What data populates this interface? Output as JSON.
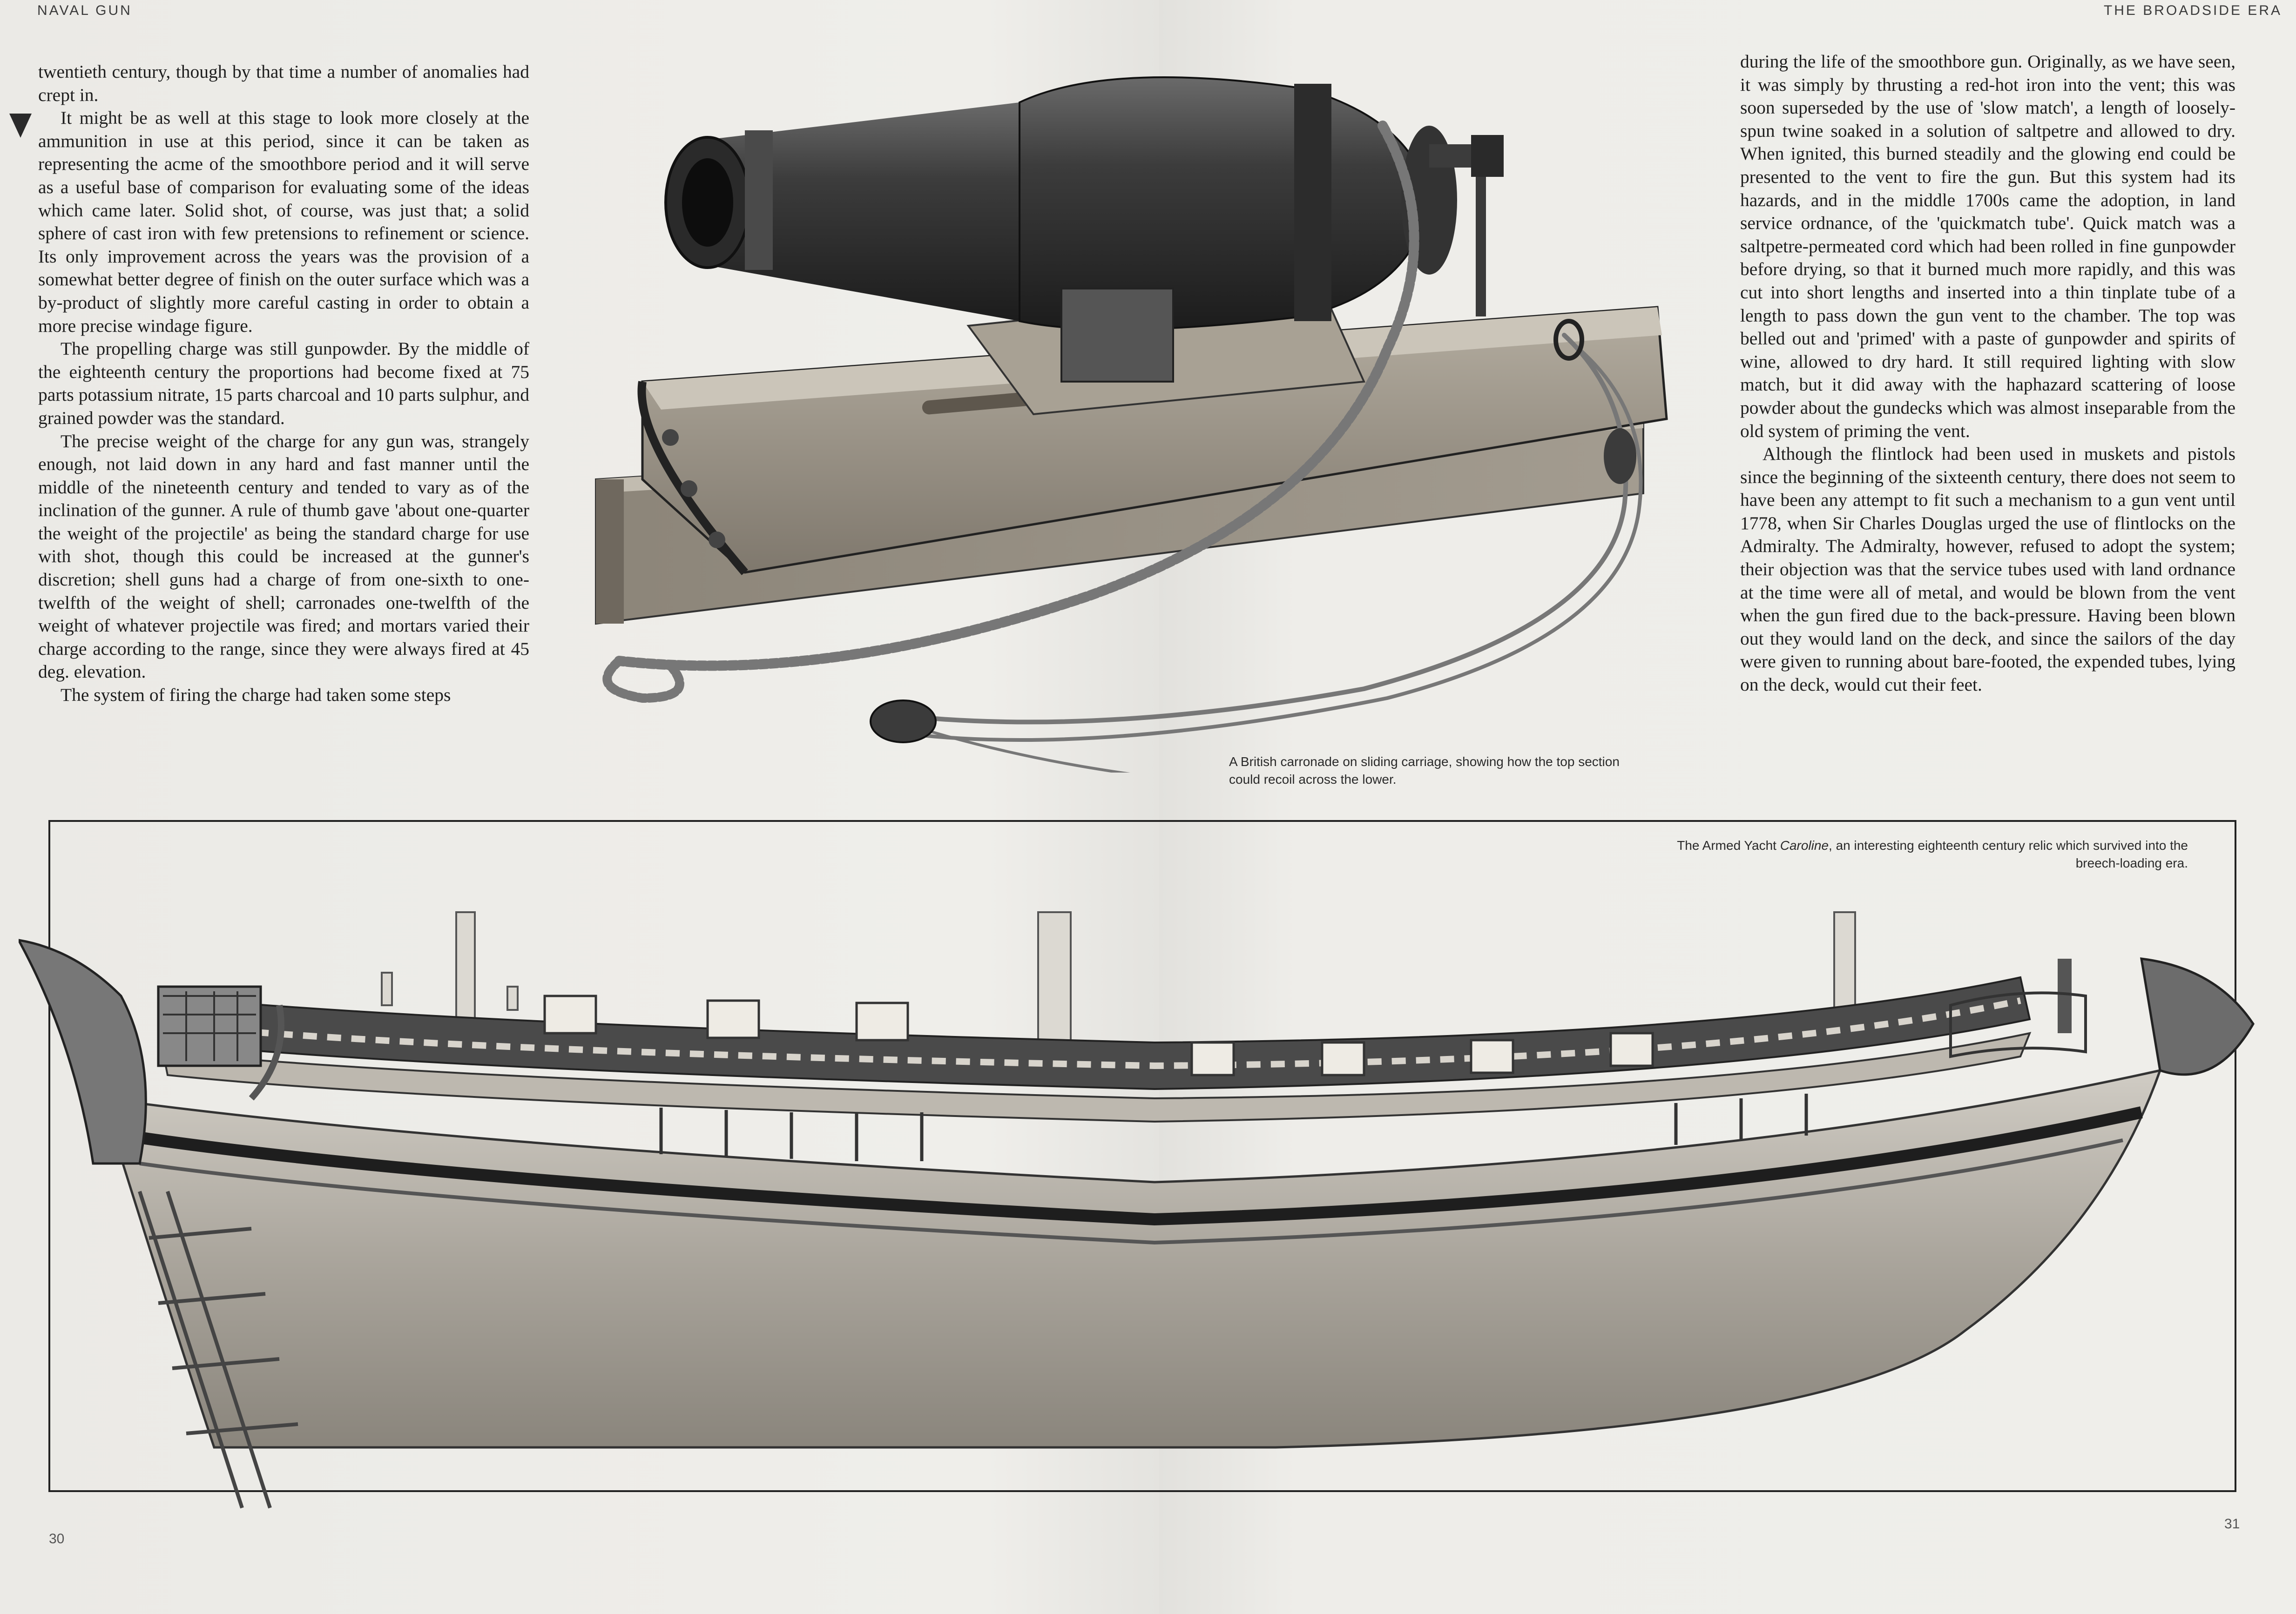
{
  "header": {
    "left_running_head": "NAVAL GUN",
    "right_running_head": "THE BROADSIDE ERA"
  },
  "left_column": {
    "paragraphs": [
      "twentieth century, though by that time a number of anomalies had crept in.",
      "It might be as well at this stage to look more closely at the ammunition in use at this period, since it can be taken as representing the acme of the smoothbore period and it will serve as a useful base of comparison for evaluating some of the ideas which came later. Solid shot, of course, was just that; a solid sphere of cast iron with few pretensions to refinement or science. Its only improvement across the years was the provision of a somewhat better degree of finish on the outer surface which was a by-product of slightly more careful casting in order to obtain a more precise windage figure.",
      "The propelling charge was still gunpowder. By the middle of the eighteenth century the proportions had become fixed at 75 parts potassium nitrate, 15 parts charcoal and 10 parts sulphur, and grained powder was the standard.",
      "The precise weight of the charge for any gun was, strangely enough, not laid down in any hard and fast manner until the middle of the nineteenth century and tended to vary as of the inclination of the gunner. A rule of thumb gave 'about one-quarter the weight of the projectile' as being the standard charge for use with shot, though this could be increased at the gunner's discretion; shell guns had a charge of from one-sixth to one-twelfth of the weight of shell; carronades one-twelfth of the weight of whatever projectile was fired; and mortars varied their charge according to the range, since they were always fired at 45 deg. elevation.",
      "The system of firing the charge had taken some steps"
    ]
  },
  "right_column": {
    "paragraphs": [
      "during the life of the smoothbore gun. Originally, as we have seen, it was simply by thrusting a red-hot iron into the vent; this was soon superseded by the use of 'slow match', a length of loosely-spun twine soaked in a solution of saltpetre and allowed to dry. When ignited, this burned steadily and the glowing end could be presented to the vent to fire the gun. But this system had its hazards, and in the middle 1700s came the adoption, in land service ordnance, of the 'quickmatch tube'. Quick match was a saltpetre-permeated cord which had been rolled in fine gunpowder before drying, so that it burned much more rapidly, and this was cut into short lengths and inserted into a thin tinplate tube of a length to pass down the gun vent to the chamber. The top was belled out and 'primed' with a paste of gunpowder and spirits of wine, allowed to dry hard. It still required lighting with slow match, but it did away with the haphazard scattering of loose powder about the gundecks which was almost inseparable from the old system of priming the vent.",
      "Although the flintlock had been used in muskets and pistols since the beginning of the sixteenth century, there does not seem to have been any attempt to fit such a mechanism to a gun vent until 1778, when Sir Charles Douglas urged the use of flintlocks on the Admiralty. The Admiralty, however, refused to adopt the system; their objection was that the service tubes used with land ordnance at the time were all of metal, and would be blown from the vent when the gun fired due to the back-pressure. Having been blown out they would land on the deck, and since the sailors of the day were given to running about bare-footed, the expended tubes, lying on the deck, would cut their feet."
    ]
  },
  "captions": {
    "carronade": "A British carronade on sliding carriage, showing how the top section could recoil across the lower.",
    "yacht_prefix": "The Armed Yacht ",
    "yacht_name": "Caroline",
    "yacht_suffix": ", an interesting eighteenth century relic which survived into the breech-loading era."
  },
  "folios": {
    "left": "30",
    "right": "31"
  },
  "illustrations": {
    "carronade": "carronade-engraving",
    "yacht": "armed-yacht-engraving"
  }
}
